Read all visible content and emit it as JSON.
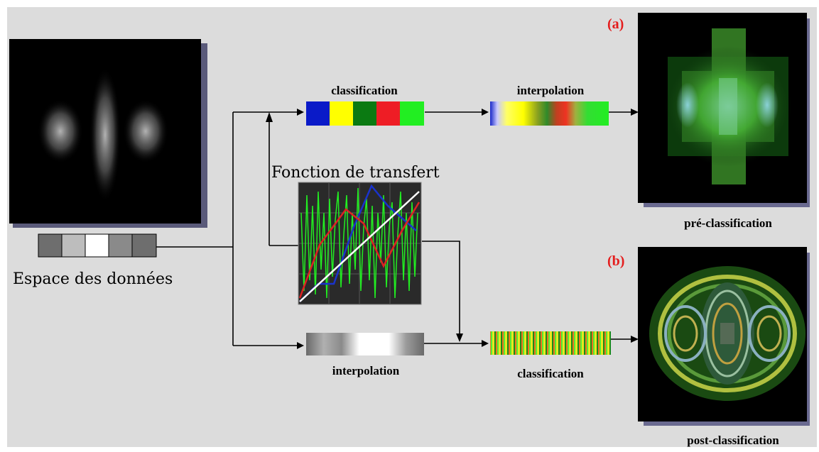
{
  "labels": {
    "data_space": "Espace des données",
    "transfer_function": "Fonction de transfert",
    "classification_top": "classification",
    "interpolation_top": "interpolation",
    "interpolation_bottom": "interpolation",
    "classification_bottom": "classification",
    "tag_a": "(a)",
    "tag_b": "(b)",
    "pre_classification": "pré-classification",
    "post_classification": "post-classification"
  },
  "colors": {
    "background": "#dcdcdc",
    "tag_red": "#e41d1d",
    "arrow": "#000000",
    "tf_grid_bg": "#2a2a2a",
    "tf_green": "#22ee22",
    "tf_red": "#dd2222",
    "tf_blue": "#1a33cc",
    "tf_white": "#ffffff"
  },
  "data_cells": [
    "#6e6e6e",
    "#bdbdbd",
    "#ffffff",
    "#8a8a8a",
    "#6e6e6e"
  ],
  "classification_swatches": [
    "#0a1ac8",
    "#ffff00",
    "#0b7a12",
    "#ee1d25",
    "#22ee22"
  ]
}
